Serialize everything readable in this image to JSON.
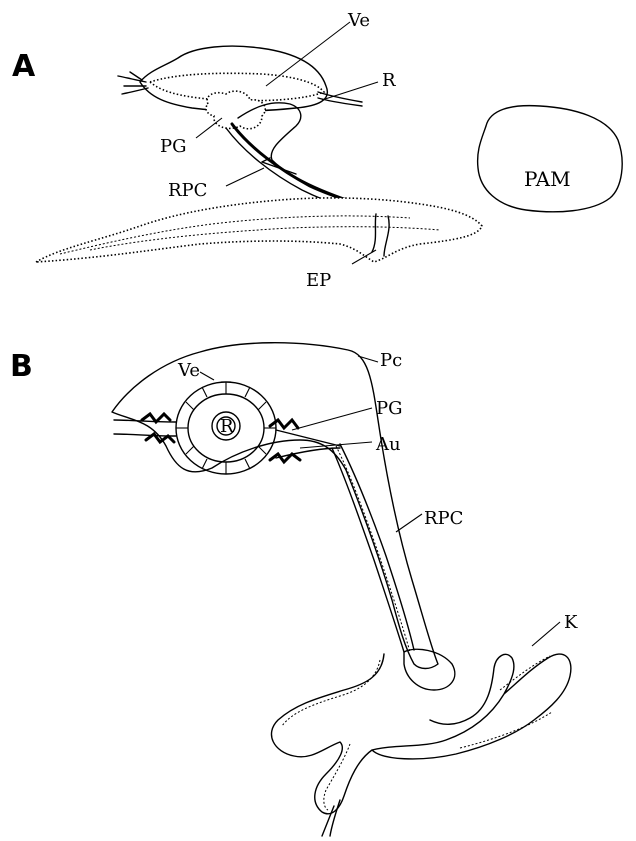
{
  "panels": {
    "a": {
      "label": "A",
      "labels": {
        "ve": "Ve",
        "r": "R",
        "pg": "PG",
        "rpc": "RPC",
        "pam": "PAM",
        "ep": "EP"
      }
    },
    "b": {
      "label": "B",
      "labels": {
        "ve": "Ve",
        "pc": "Pc",
        "r_circle": "R",
        "pg": "PG",
        "au": "Au",
        "rpc": "RPC",
        "k": "K"
      }
    }
  }
}
